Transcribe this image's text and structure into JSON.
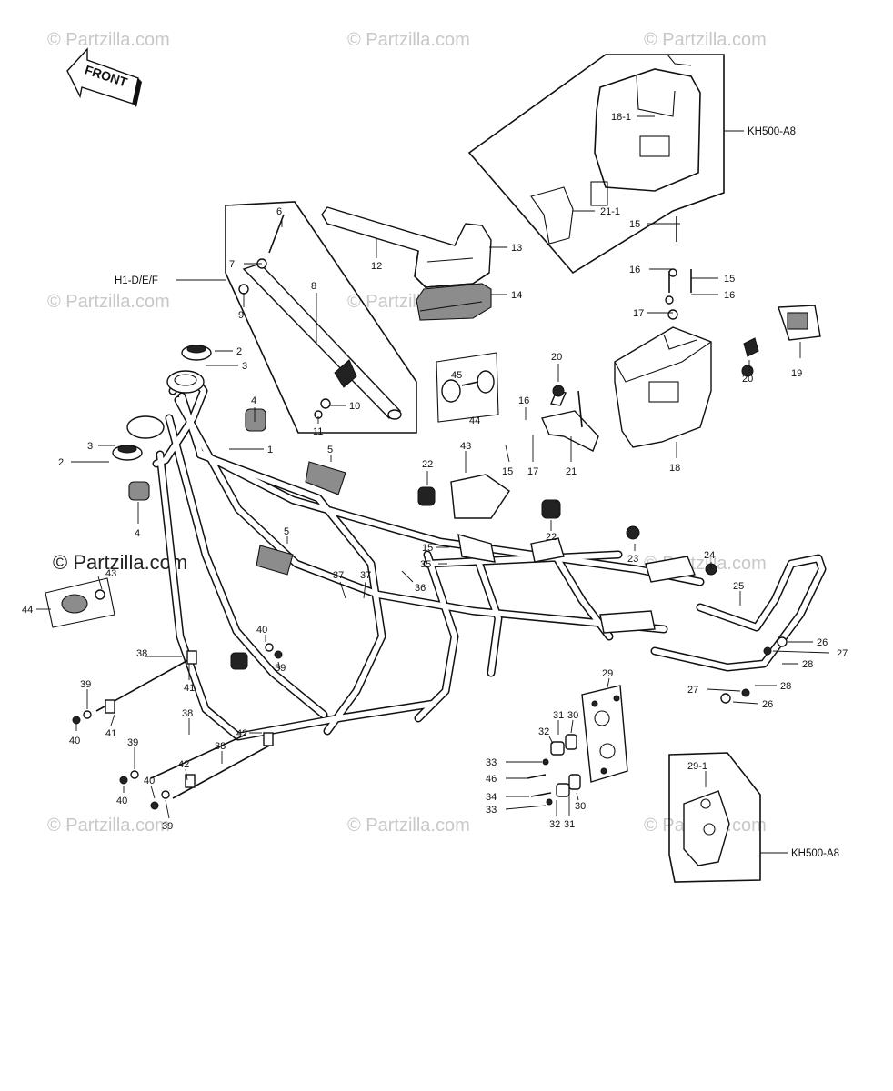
{
  "watermarks": [
    "© Partzilla.com",
    "© Partzilla.com",
    "© Partzilla.com",
    "© Partzilla.com",
    "© Partzilla.com",
    "© Partzilla.com",
    "© Partzilla.com",
    "© Partzilla.com",
    "© Partzilla.com",
    "© Partzilla.com"
  ],
  "front_label": "FRONT",
  "variants": {
    "kh500_top": "KH500-A8",
    "h1_def": "H1-D/E/F",
    "kh500_bottom": "KH500-A8"
  },
  "callouts": [
    "18-1",
    "21-1",
    "15",
    "16",
    "15",
    "16",
    "17",
    "20",
    "19",
    "20",
    "16",
    "15",
    "17",
    "21",
    "18",
    "6",
    "7",
    "9",
    "8",
    "12",
    "13",
    "14",
    "10",
    "11",
    "45",
    "44",
    "2",
    "3",
    "4",
    "1",
    "3",
    "2",
    "4",
    "5",
    "43",
    "22",
    "22",
    "5",
    "15",
    "35",
    "36",
    "37",
    "37",
    "23",
    "24",
    "25",
    "26",
    "27",
    "28",
    "27",
    "28",
    "26",
    "44",
    "43",
    "38",
    "40",
    "39",
    "41",
    "39",
    "41",
    "40",
    "38",
    "42",
    "39",
    "40",
    "42",
    "38",
    "40",
    "39",
    "29",
    "31",
    "30",
    "32",
    "33",
    "46",
    "34",
    "33",
    "30",
    "32",
    "31",
    "29-1"
  ],
  "colors": {
    "ink": "#111111",
    "watermark": "#c8c8c8",
    "background": "#ffffff"
  }
}
